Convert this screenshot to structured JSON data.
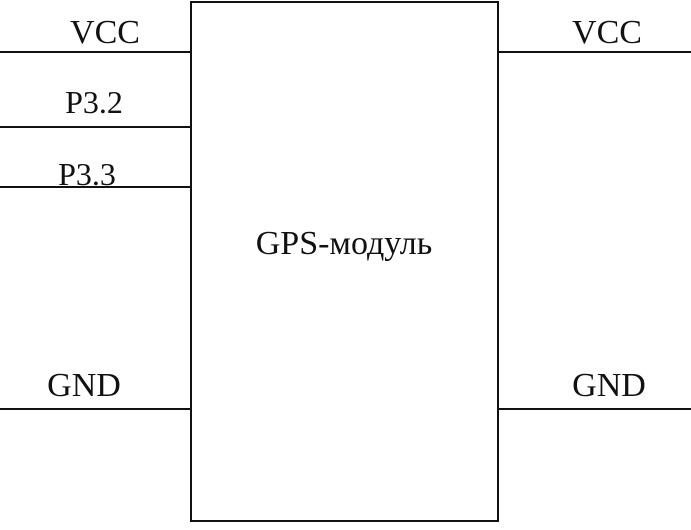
{
  "module": {
    "label": "GPS-модуль"
  },
  "pins": {
    "left": [
      "VCC",
      "P3.2",
      "P3.3",
      "GND"
    ],
    "right": [
      "VCC",
      "GND"
    ]
  },
  "colors": {
    "line": "#111111",
    "background": "#ffffff"
  }
}
